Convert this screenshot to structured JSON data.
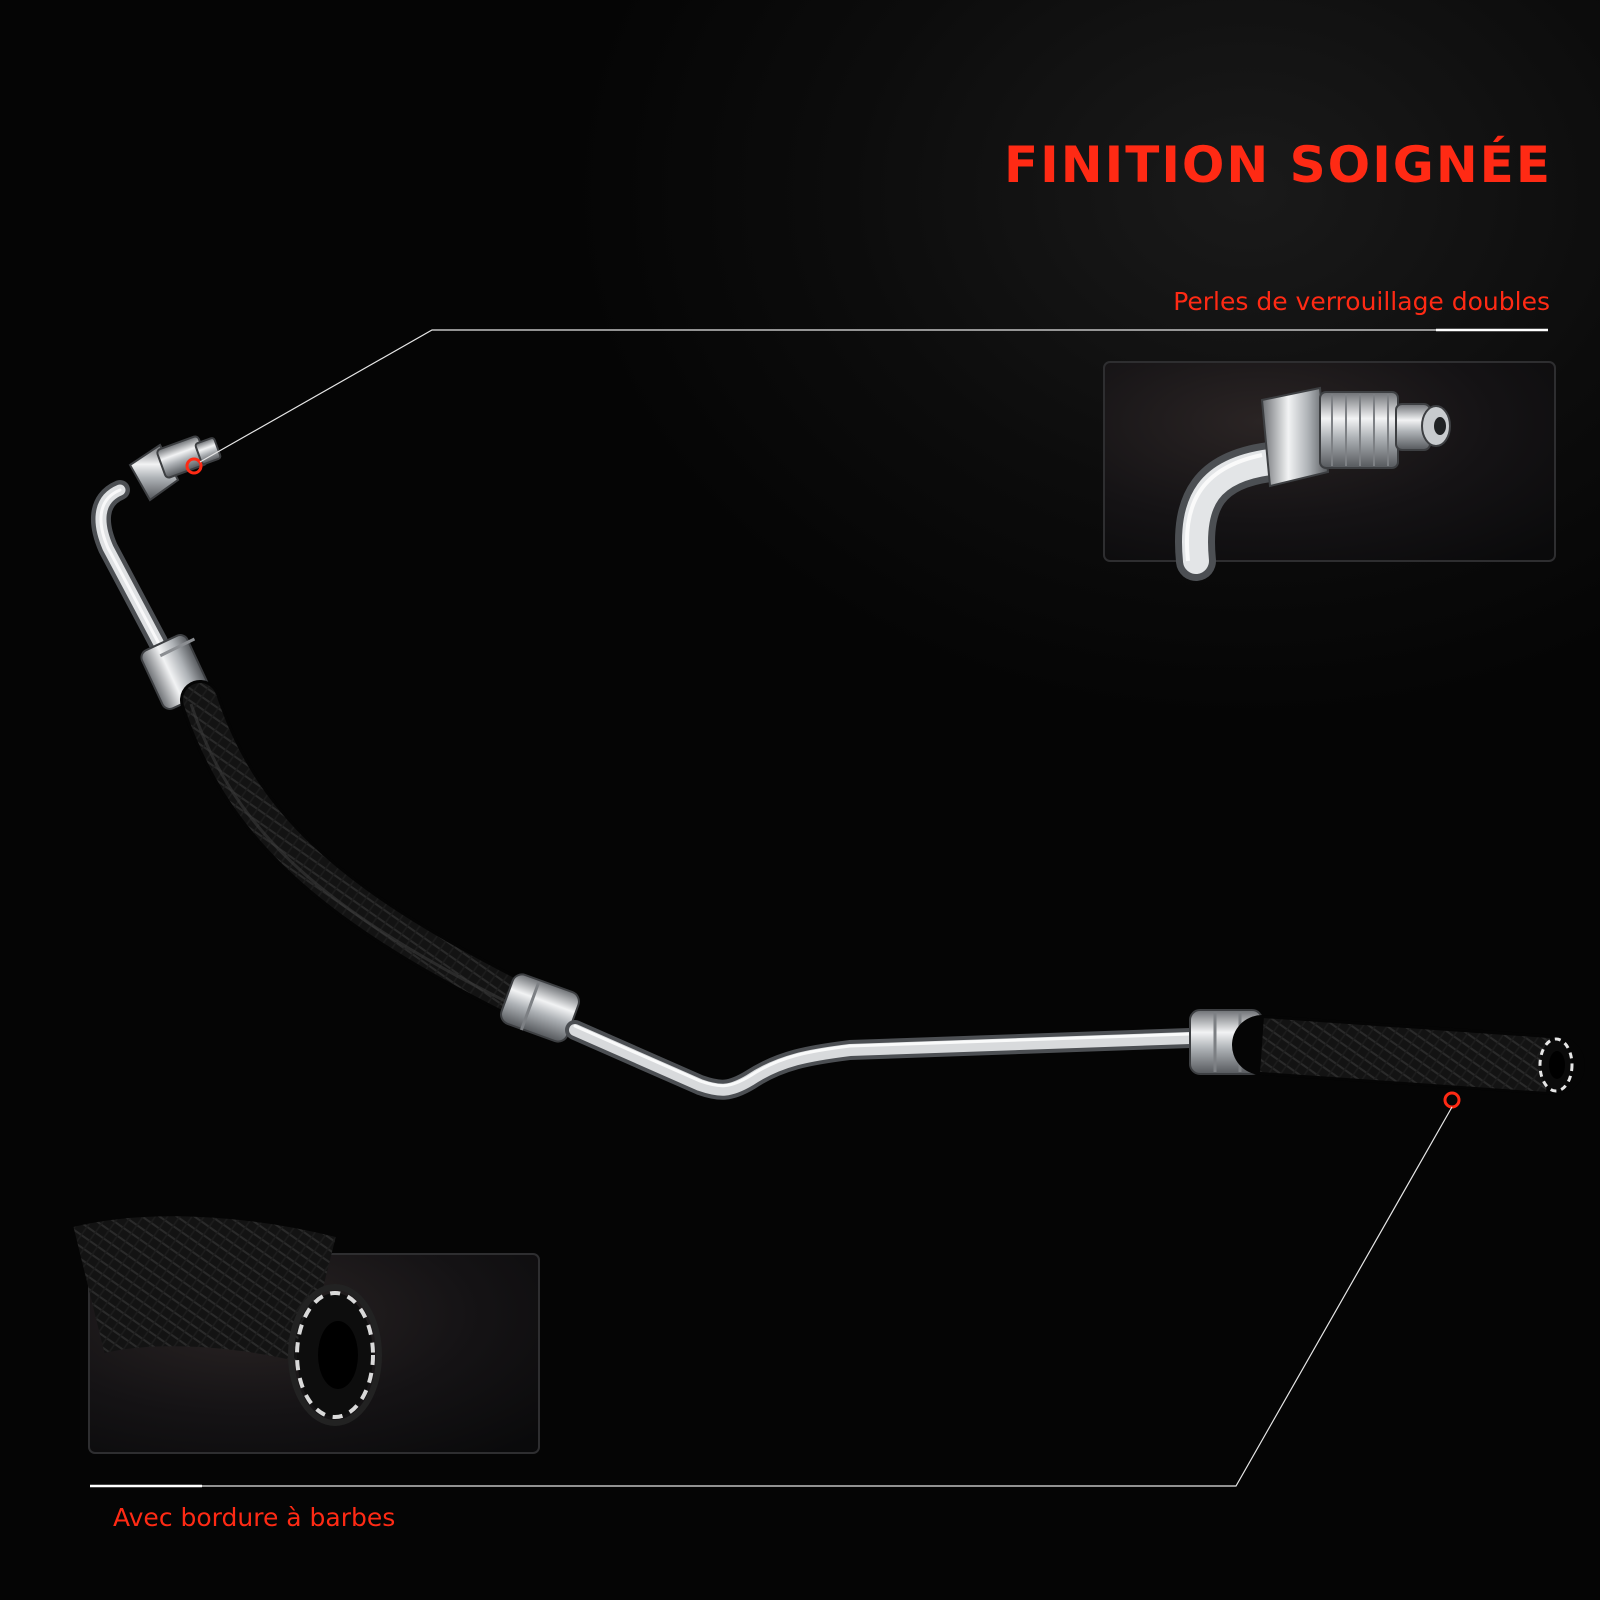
{
  "heading": "FINITION SOIGNÉE",
  "callouts": {
    "top": "Perles de verrouillage doubles",
    "bottom": "Avec bordure à barbes"
  },
  "colors": {
    "accent": "#ff2a14",
    "background": "#050505",
    "chrome": "#d0d3d6",
    "hose": "#141414"
  }
}
